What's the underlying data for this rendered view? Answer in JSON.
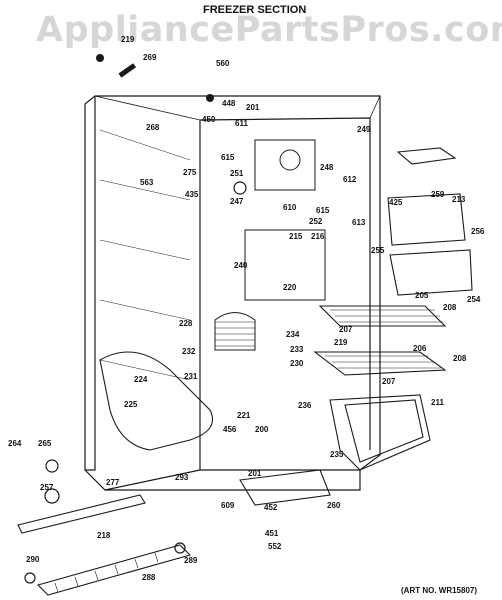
{
  "header": {
    "title": "FREEZER SECTION"
  },
  "watermark": {
    "text": "AppliancePartsPros.com"
  },
  "footer": {
    "art_no": "(ART NO. WR15807)"
  },
  "callouts": [
    "219",
    "269",
    "560",
    "448",
    "450",
    "201",
    "611",
    "268",
    "249",
    "615",
    "251",
    "248",
    "563",
    "275",
    "435",
    "247",
    "610",
    "612",
    "615",
    "613",
    "425",
    "259",
    "213",
    "256",
    "255",
    "252",
    "215",
    "216",
    "240",
    "220",
    "205",
    "208",
    "254",
    "228",
    "234",
    "207",
    "219",
    "233",
    "232",
    "224",
    "230",
    "206",
    "208",
    "231",
    "225",
    "207",
    "221",
    "211",
    "236",
    "456",
    "200",
    "264",
    "265",
    "293",
    "201",
    "235",
    "257",
    "277",
    "609",
    "452",
    "260",
    "218",
    "290",
    "289",
    "451",
    "552",
    "288"
  ],
  "colors": {
    "line": "#1a1a1a",
    "watermark": "#d6d6d6"
  }
}
